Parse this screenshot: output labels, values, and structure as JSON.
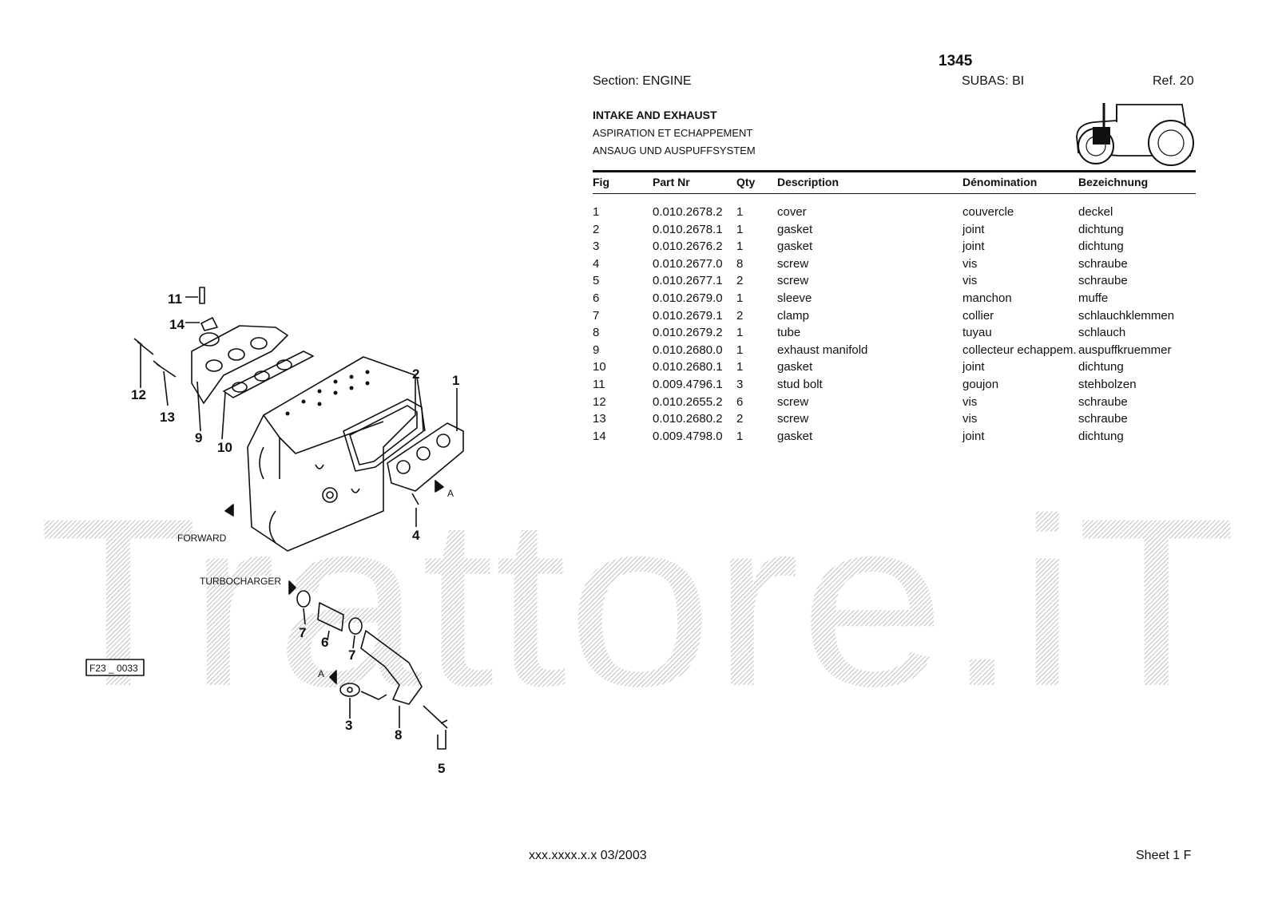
{
  "header": {
    "model": "1345",
    "section": "Section: ENGINE",
    "subas": "SUBAS: BI",
    "ref": "Ref. 20"
  },
  "titles": {
    "en": "INTAKE AND EXHAUST",
    "fr": "ASPIRATION ET ECHAPPEMENT",
    "de": "ANSAUG UND AUSPUFFSYSTEM"
  },
  "table": {
    "headers": {
      "fig": "Fig",
      "part": "Part Nr",
      "qty": "Qty",
      "desc": "Description",
      "den": "Dénomination",
      "bez": "Bezeichnung"
    },
    "rows": [
      {
        "fig": "1",
        "part": "0.010.2678.2",
        "qty": "1",
        "desc": "cover",
        "den": "couvercle",
        "bez": "deckel"
      },
      {
        "fig": "2",
        "part": "0.010.2678.1",
        "qty": "1",
        "desc": "gasket",
        "den": "joint",
        "bez": "dichtung"
      },
      {
        "fig": "3",
        "part": "0.010.2676.2",
        "qty": "1",
        "desc": "gasket",
        "den": "joint",
        "bez": "dichtung"
      },
      {
        "fig": "4",
        "part": "0.010.2677.0",
        "qty": "8",
        "desc": "screw",
        "den": "vis",
        "bez": "schraube"
      },
      {
        "fig": "5",
        "part": "0.010.2677.1",
        "qty": "2",
        "desc": "screw",
        "den": "vis",
        "bez": "schraube"
      },
      {
        "fig": "6",
        "part": "0.010.2679.0",
        "qty": "1",
        "desc": "sleeve",
        "den": "manchon",
        "bez": "muffe"
      },
      {
        "fig": "7",
        "part": "0.010.2679.1",
        "qty": "2",
        "desc": "clamp",
        "den": "collier",
        "bez": "schlauchklemmen"
      },
      {
        "fig": "8",
        "part": "0.010.2679.2",
        "qty": "1",
        "desc": "tube",
        "den": "tuyau",
        "bez": "schlauch"
      },
      {
        "fig": "9",
        "part": "0.010.2680.0",
        "qty": "1",
        "desc": "exhaust manifold",
        "den": "collecteur echappem.",
        "bez": "auspuffkruemmer"
      },
      {
        "fig": "10",
        "part": "0.010.2680.1",
        "qty": "1",
        "desc": "gasket",
        "den": "joint",
        "bez": "dichtung"
      },
      {
        "fig": "11",
        "part": "0.009.4796.1",
        "qty": "3",
        "desc": "stud bolt",
        "den": "goujon",
        "bez": "stehbolzen"
      },
      {
        "fig": "12",
        "part": "0.010.2655.2",
        "qty": "6",
        "desc": "screw",
        "den": "vis",
        "bez": "schraube"
      },
      {
        "fig": "13",
        "part": "0.010.2680.2",
        "qty": "2",
        "desc": "screw",
        "den": "vis",
        "bez": "schraube"
      },
      {
        "fig": "14",
        "part": "0.009.4798.0",
        "qty": "1",
        "desc": "gasket",
        "den": "joint",
        "bez": "dichtung"
      }
    ]
  },
  "diagram": {
    "drawing_code": "F23 _ 0033",
    "label_forward": "FORWARD",
    "label_turbo": "TURBOCHARGER",
    "label_a": "A",
    "callouts": {
      "n1": "1",
      "n2": "2",
      "n3": "3",
      "n4": "4",
      "n5": "5",
      "n6": "6",
      "n7a": "7",
      "n7b": "7",
      "n8": "8",
      "n9": "9",
      "n10": "10",
      "n11": "11",
      "n12": "12",
      "n13": "13",
      "n14": "14"
    }
  },
  "watermark": {
    "text": "Trattore.iT",
    "color": "#bdbdbd"
  },
  "footer": {
    "code": "xxx.xxxx.x.x  03/2003",
    "sheet": "Sheet 1 F"
  }
}
